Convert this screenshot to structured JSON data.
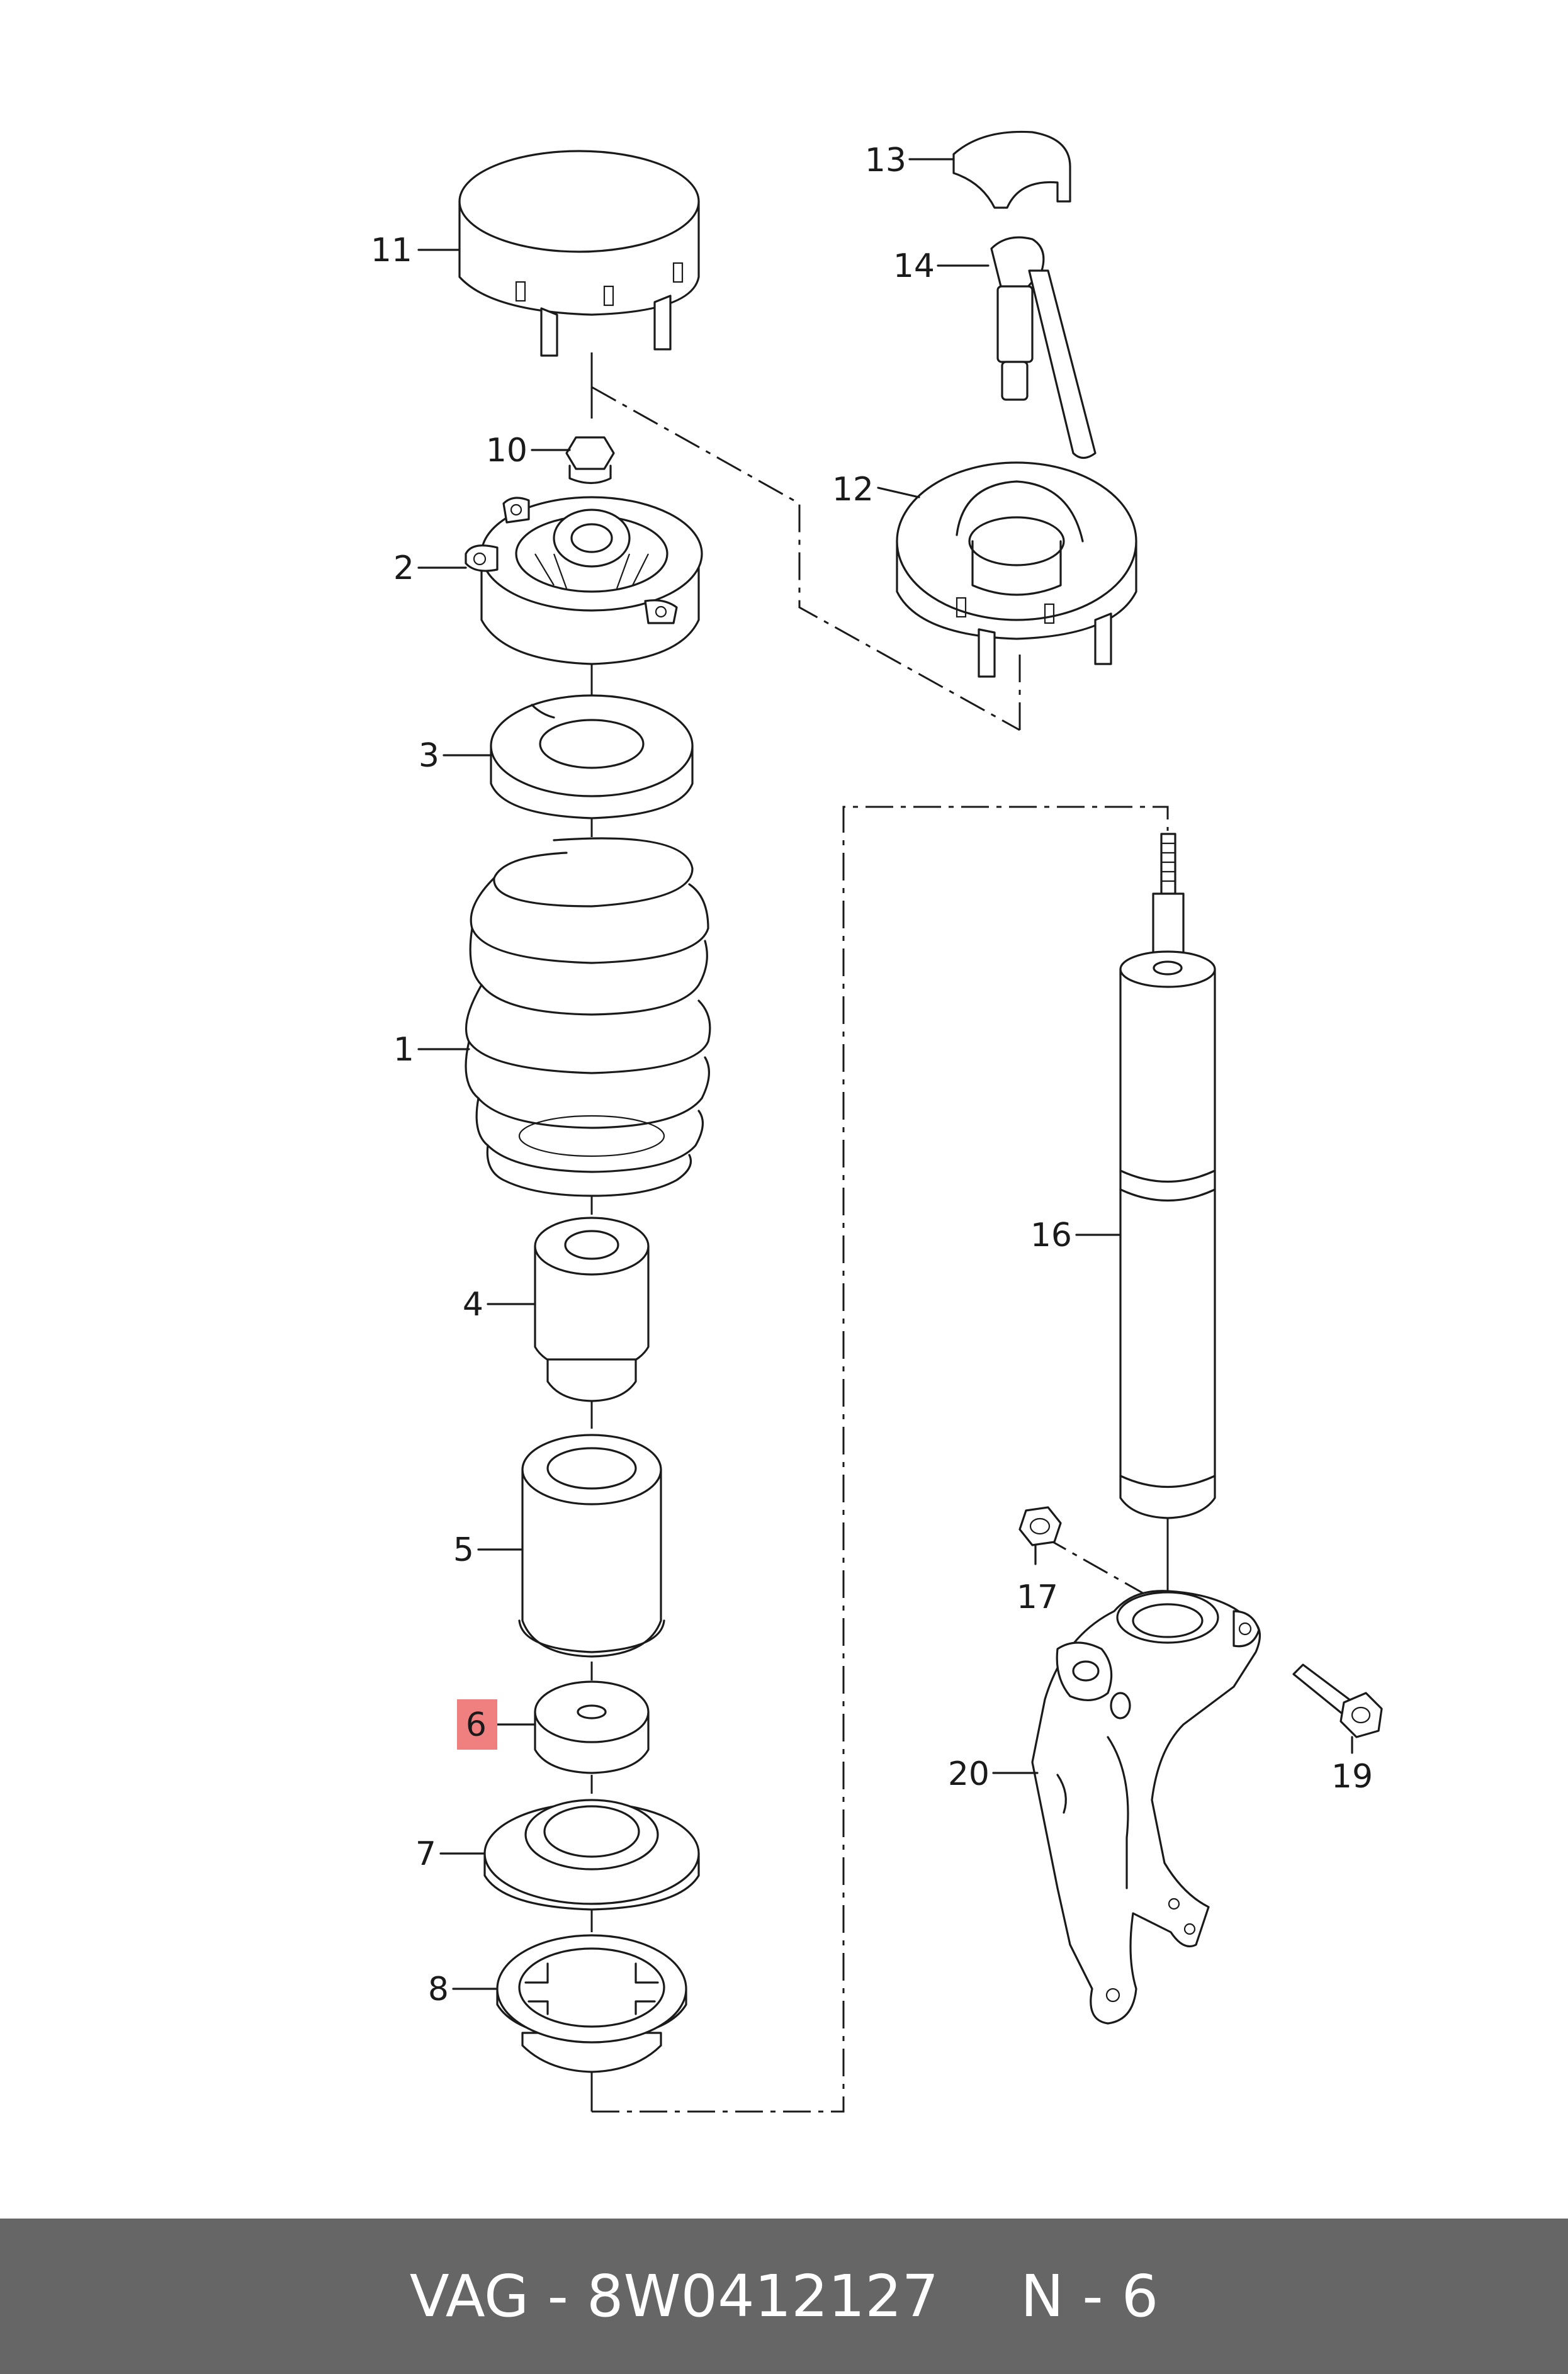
{
  "callouts": {
    "p1": "1",
    "p2": "2",
    "p3": "3",
    "p4": "4",
    "p5": "5",
    "p6": "6",
    "p7": "7",
    "p8": "8",
    "p10": "10",
    "p11": "11",
    "p12": "12",
    "p13": "13",
    "p14": "14",
    "p16": "16",
    "p17": "17",
    "p19": "19",
    "p20": "20"
  },
  "highlight": {
    "part": "6",
    "color": "#f08080"
  },
  "footer": {
    "part_number": "VAG - 8W0412127",
    "position": "N - 6"
  },
  "colors": {
    "footer_bg": "#666666",
    "footer_text": "#ffffff",
    "line": "#1a1a1a"
  }
}
